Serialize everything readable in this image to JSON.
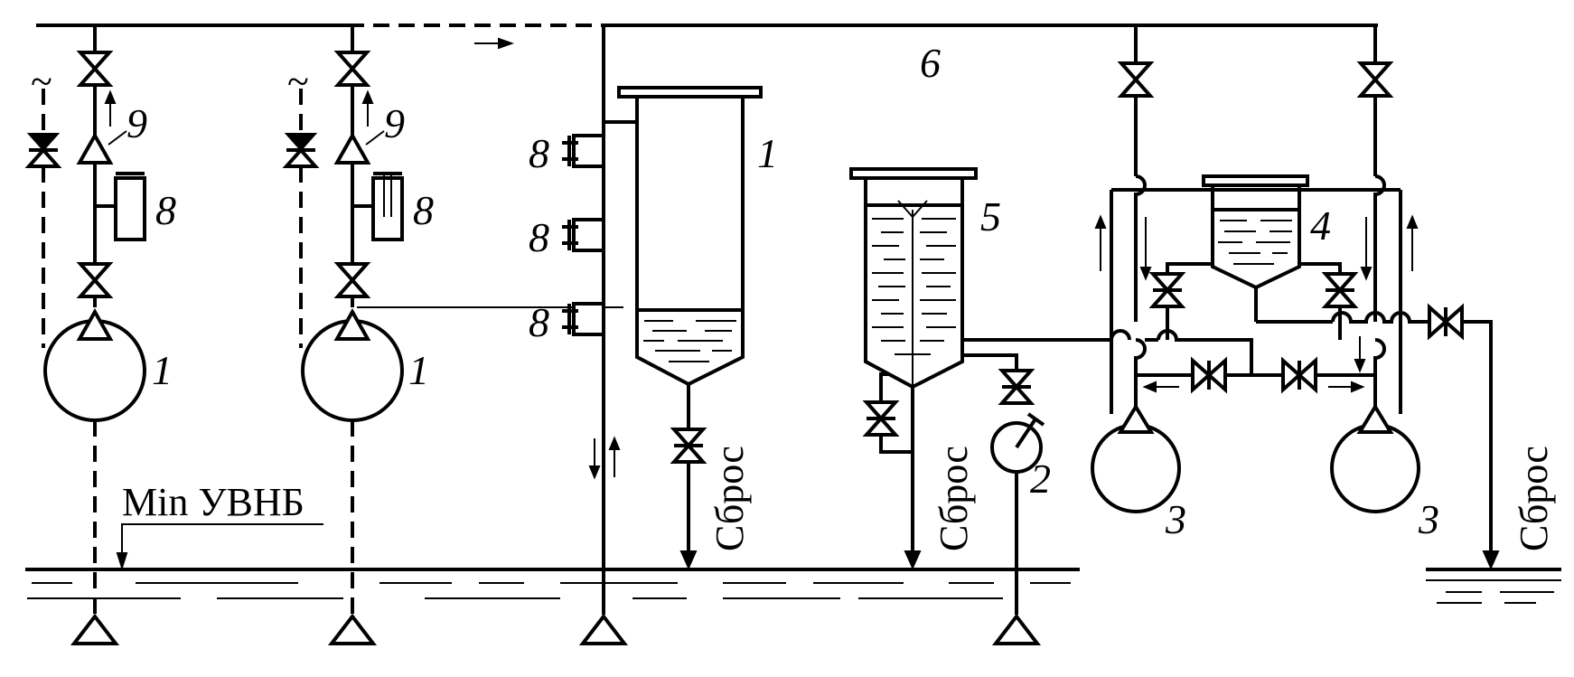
{
  "labels": {
    "n1": "1",
    "n2": "2",
    "n3": "3",
    "n4": "4",
    "n5": "5",
    "n6": "6",
    "n8": "8",
    "n9": "9",
    "tilde": "~",
    "sbros": "Сброс",
    "min_level": "Min УВНБ"
  }
}
